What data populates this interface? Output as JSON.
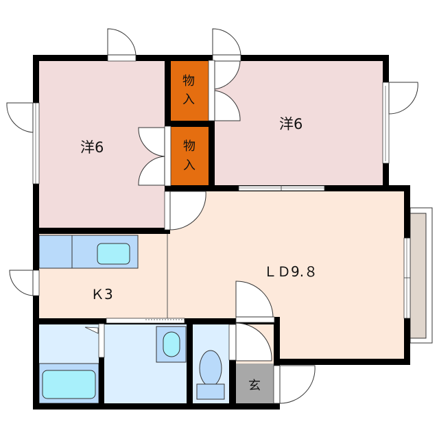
{
  "floorplan": {
    "colors": {
      "western_room": "#f2dcdc",
      "storage": "#e56e10",
      "living": "#fde9db",
      "wet_area": "#dcefff",
      "fixture": "#b9dafa",
      "fixture_inner": "#a8f0fb",
      "entrance": "#a8a8a8",
      "balcony": "#e0d6cd",
      "wall": "#000000"
    },
    "rooms": [
      {
        "id": "western-room-1",
        "label": "洋6"
      },
      {
        "id": "western-room-2",
        "label": "洋6"
      },
      {
        "id": "storage-1",
        "label_line1": "物",
        "label_line2": "入"
      },
      {
        "id": "storage-2",
        "label_line1": "物",
        "label_line2": "入"
      },
      {
        "id": "living-dining",
        "label": "ＬＤ9.８"
      },
      {
        "id": "kitchen",
        "label": "Ｋ3"
      },
      {
        "id": "entrance",
        "label": "玄"
      }
    ],
    "fixtures": [
      "kitchen-counter",
      "sink",
      "bathtub",
      "washbasin",
      "toilet",
      "balcony"
    ]
  }
}
